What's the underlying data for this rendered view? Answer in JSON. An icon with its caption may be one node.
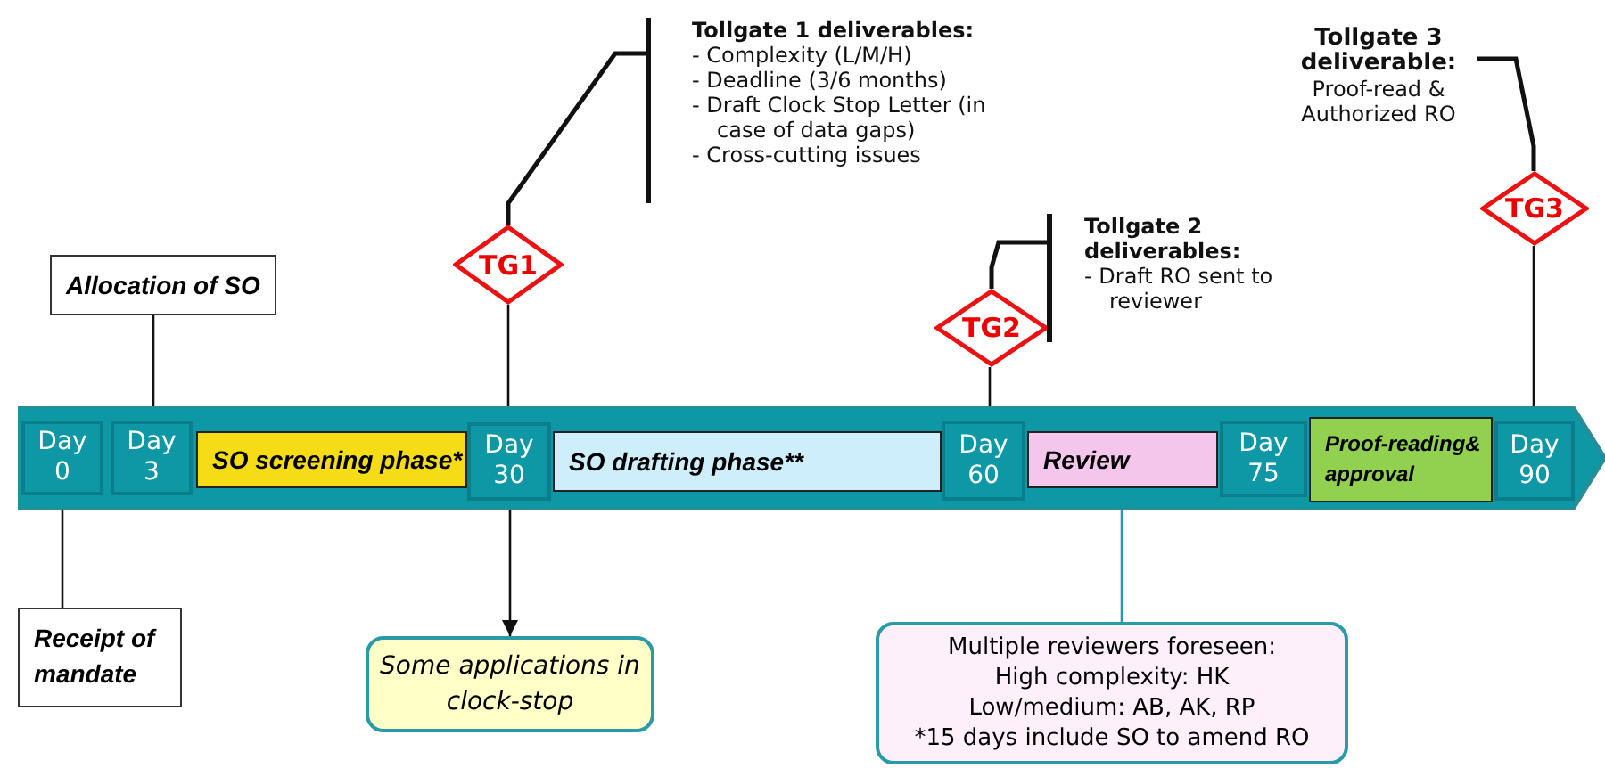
{
  "diagram": {
    "nodes": [
      {
        "text": [],
        "shape": "bar"
      },
      {
        "text": [
          "Day 0"
        ],
        "in": 0
      },
      {
        "text": [
          "Day 3"
        ],
        "in": 0
      },
      {
        "text": [
          "SO screening phase*"
        ],
        "in": 0
      },
      {
        "text": [
          "Day 30"
        ],
        "in": 0
      },
      {
        "text": [
          "SO drafting phase**"
        ],
        "in": 0
      },
      {
        "text": [
          "Day 60"
        ],
        "in": 0
      },
      {
        "text": [
          "Review"
        ],
        "in": 0
      },
      {
        "text": [
          "Day 75"
        ],
        "in": 0
      },
      {
        "text": [
          "Proof-reading& approval"
        ],
        "in": 0
      },
      {
        "text": [
          "Day 90"
        ],
        "in": 0
      },
      {
        "text": [
          "Allocation of SO"
        ]
      },
      {
        "text": [
          "Receipt of mandate"
        ]
      },
      {
        "text": [
          "TG1"
        ]
      },
      {
        "text": [
          "Tollgate 1 deliverables:",
          "- Complexity (L/M/H)",
          "- Deadline (3/6 months)",
          "- Draft Clock Stop Letter (in case of data gaps)",
          "- Cross-cutting issues"
        ]
      },
      {
        "text": [
          "TG2"
        ]
      },
      {
        "text": [
          "Tollgate 2 deliverables:",
          "- Draft RO sent to reviewer"
        ]
      },
      {
        "text": [
          "TG3"
        ]
      },
      {
        "text": [
          "Tollgate 3 deliverable:",
          "Proof-read & Authorized RO"
        ]
      },
      {
        "text": [
          "Some applications in clock-stop"
        ]
      },
      {
        "text": [
          "Multiple reviewers foreseen:",
          "High complexity: HK",
          "Low/medium: AB, AK, RP",
          "*15 days include SO to amend RO"
        ]
      }
    ],
    "edges": [
      {
        "from": 11,
        "to": 2,
        "arrow": "none"
      },
      {
        "from": 1,
        "to": 12,
        "arrow": "none"
      },
      {
        "from": 14,
        "to": 13,
        "arrow": "none"
      },
      {
        "from": 13,
        "to": 4,
        "arrow": "none"
      },
      {
        "from": 16,
        "to": 15,
        "arrow": "none"
      },
      {
        "from": 15,
        "to": 6,
        "arrow": "none"
      },
      {
        "from": 18,
        "to": 17,
        "arrow": "none"
      },
      {
        "from": 17,
        "to": 10,
        "arrow": "none"
      },
      {
        "from": 4,
        "to": 19,
        "arrow": "to"
      },
      {
        "from": 7,
        "to": 20,
        "arrow": "none",
        "color": "#2a9aa8"
      }
    ]
  }
}
